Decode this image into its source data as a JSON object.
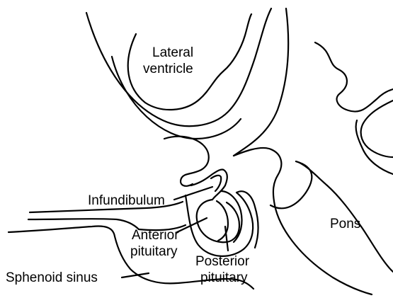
{
  "labels": {
    "lateral_ventricle_1": "Lateral",
    "lateral_ventricle_2": "ventricle",
    "infundibulum": "Infundibulum",
    "anterior_pituitary_1": "Anterior",
    "anterior_pituitary_2": "pituitary",
    "posterior_pituitary_1": "Posterior",
    "posterior_pituitary_2": "pituitary",
    "pons": "Pons",
    "sphenoid_sinus": "Sphenoid sinus"
  }
}
